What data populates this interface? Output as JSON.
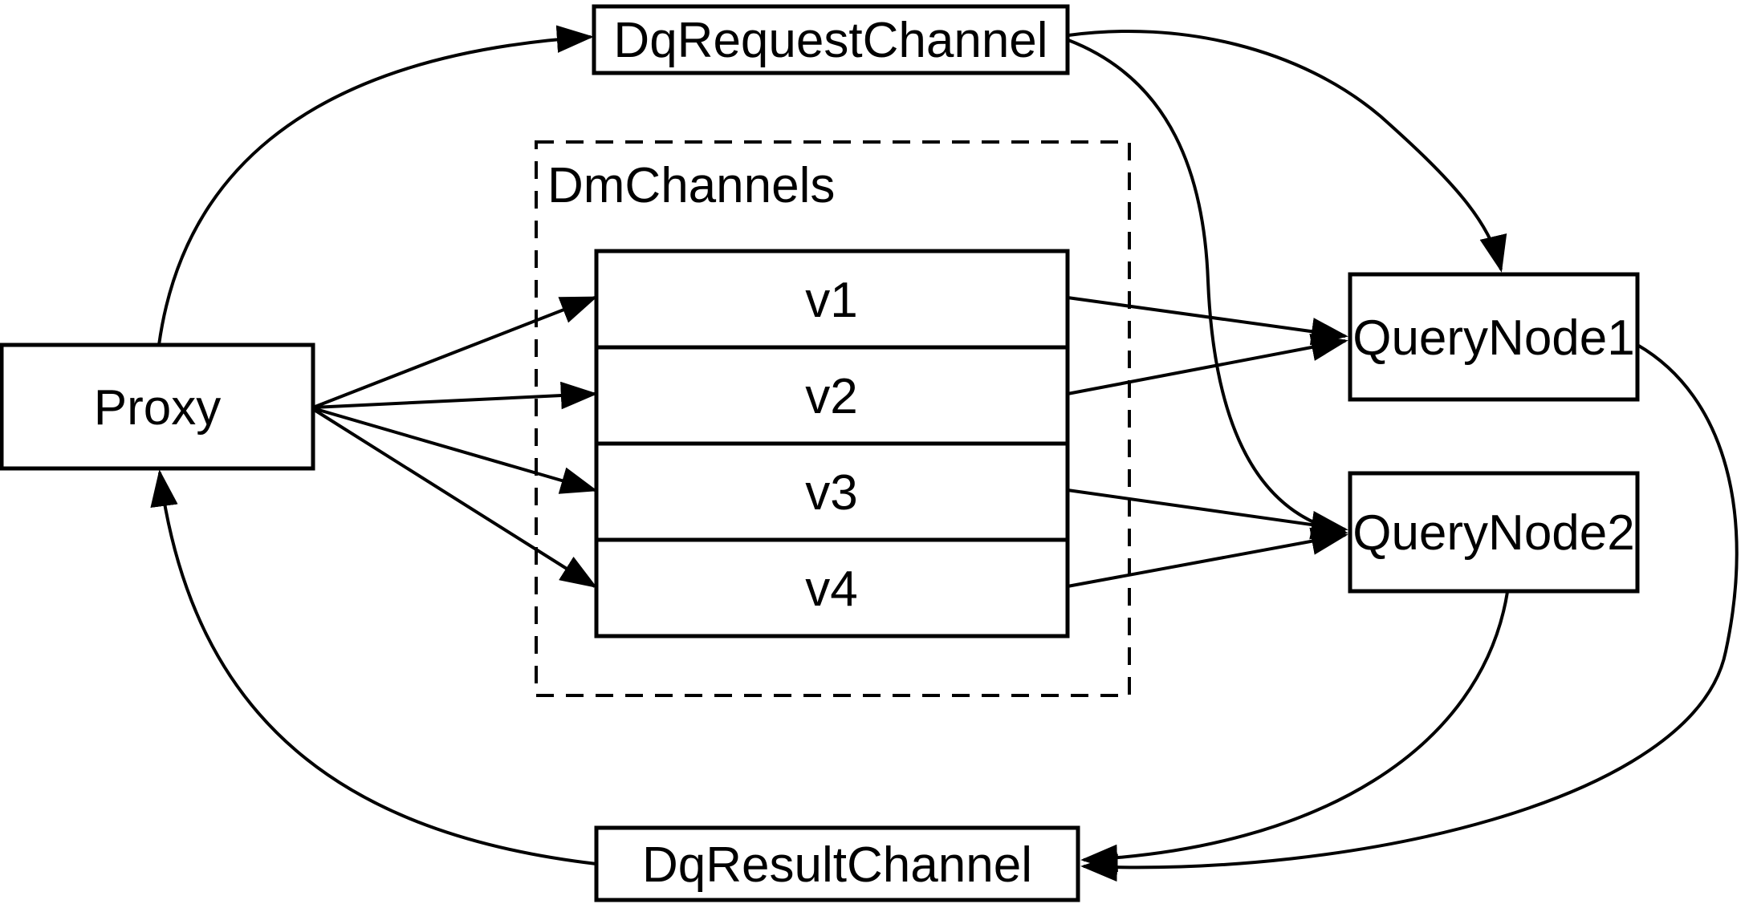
{
  "diagram": {
    "type": "flow-diagram",
    "background": "#ffffff",
    "stroke_color": "#000000",
    "nodes": {
      "proxy": {
        "label": "Proxy"
      },
      "dq_request_channel": {
        "label": "DqRequestChannel"
      },
      "dm_channels_group": {
        "label": "DmChannels"
      },
      "channels": [
        "v1",
        "v2",
        "v3",
        "v4"
      ],
      "query_node_1": {
        "label": "QueryNode1"
      },
      "query_node_2": {
        "label": "QueryNode2"
      },
      "dq_result_channel": {
        "label": "DqResultChannel"
      }
    },
    "edges": [
      {
        "from": "Proxy",
        "to": "DqRequestChannel"
      },
      {
        "from": "Proxy",
        "to": "v1"
      },
      {
        "from": "Proxy",
        "to": "v2"
      },
      {
        "from": "Proxy",
        "to": "v3"
      },
      {
        "from": "Proxy",
        "to": "v4"
      },
      {
        "from": "v1",
        "to": "QueryNode1"
      },
      {
        "from": "v2",
        "to": "QueryNode1"
      },
      {
        "from": "v3",
        "to": "QueryNode2"
      },
      {
        "from": "v4",
        "to": "QueryNode2"
      },
      {
        "from": "DqRequestChannel",
        "to": "QueryNode1"
      },
      {
        "from": "DqRequestChannel",
        "to": "QueryNode2"
      },
      {
        "from": "QueryNode1",
        "to": "DqResultChannel"
      },
      {
        "from": "QueryNode2",
        "to": "DqResultChannel"
      },
      {
        "from": "DqResultChannel",
        "to": "Proxy"
      }
    ]
  }
}
